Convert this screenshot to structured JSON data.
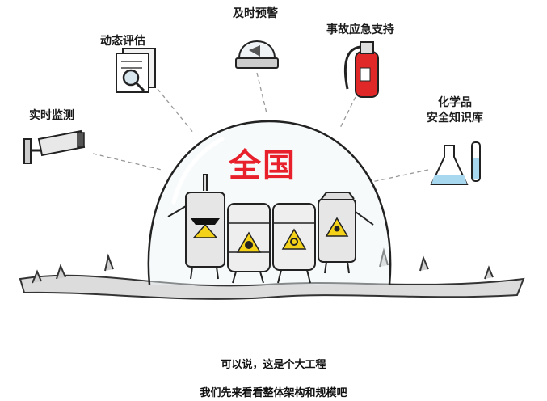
{
  "diagram": {
    "center_label": "全国",
    "features": {
      "monitoring": "实时监测",
      "assessment": "动态评估",
      "warning": "及时预警",
      "emergency": "事故应急支持",
      "knowledge_line1": "化学品",
      "knowledge_line2": "安全知识库"
    }
  },
  "captions": {
    "line1": "可以说，这是个大工程",
    "line2": "我们先来看看整体架构和规模吧"
  },
  "colors": {
    "accent_red": "#e8202b",
    "hazard_yellow": "#f5d21a",
    "liquid_blue": "#a8d8f0"
  },
  "icons": [
    "security-camera-icon",
    "report-magnifier-icon",
    "siren-icon",
    "fire-extinguisher-icon",
    "lab-flask-icon",
    "radioactive-icon",
    "biohazard-icon",
    "skull-hazard-icon"
  ]
}
